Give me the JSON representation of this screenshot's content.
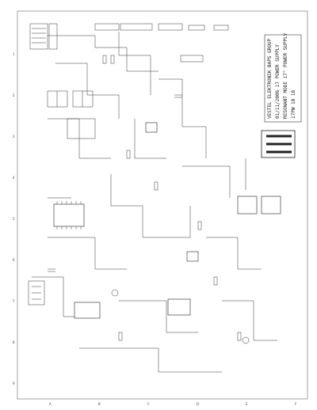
{
  "title_block": {
    "line1": "VESTEL ELEKTRONIK BAPS GROUP",
    "line2": "01/11/2006  17 POWER SUPPLY",
    "line3": "RESONANT MODE 17\" POWER SUPPLY",
    "line4": "17PW 18 18"
  },
  "border": {
    "bottom_marks": [
      "A",
      "B",
      "C",
      "D",
      "E",
      "F"
    ],
    "left_marks": [
      "1",
      "2",
      "3",
      "4",
      "5",
      "6",
      "7",
      "8",
      "9"
    ]
  },
  "colors": {
    "ink": "#222222",
    "paper": "#ffffff"
  }
}
